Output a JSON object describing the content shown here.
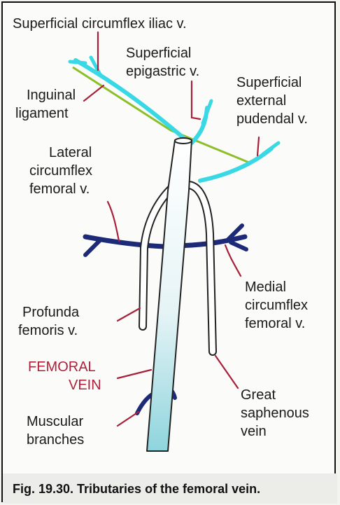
{
  "labels": {
    "sup_circ_iliac": "Superficial circumflex iliac v.",
    "sup_epigastric_1": "Superficial",
    "sup_epigastric_2": "epigastric v.",
    "sup_ext_pud_1": "Superficial",
    "sup_ext_pud_2": "external",
    "sup_ext_pud_3": "pudendal v.",
    "inguinal_1": "Inguinal",
    "inguinal_2": "ligament",
    "lat_circ_1": "Lateral",
    "lat_circ_2": "circumflex",
    "lat_circ_3": "femoral v.",
    "medial_circ_1": "Medial",
    "medial_circ_2": "circumflex",
    "medial_circ_3": "femoral v.",
    "profunda_1": "Profunda",
    "profunda_2": "femoris v.",
    "femoral_1": "FEMORAL",
    "femoral_2": "VEIN",
    "great_saph_1": "Great",
    "great_saph_2": "saphenous",
    "great_saph_3": "vein",
    "muscular_1": "Muscular",
    "muscular_2": "branches"
  },
  "caption": "Fig. 19.30. Tributaries of the femoral vein.",
  "colors": {
    "cyan_vein": "#38d8e4",
    "navy_vein": "#1c2a78",
    "ligament": "#8cbf2a",
    "leader": "#a8203a",
    "red_label": "#b0203a"
  }
}
